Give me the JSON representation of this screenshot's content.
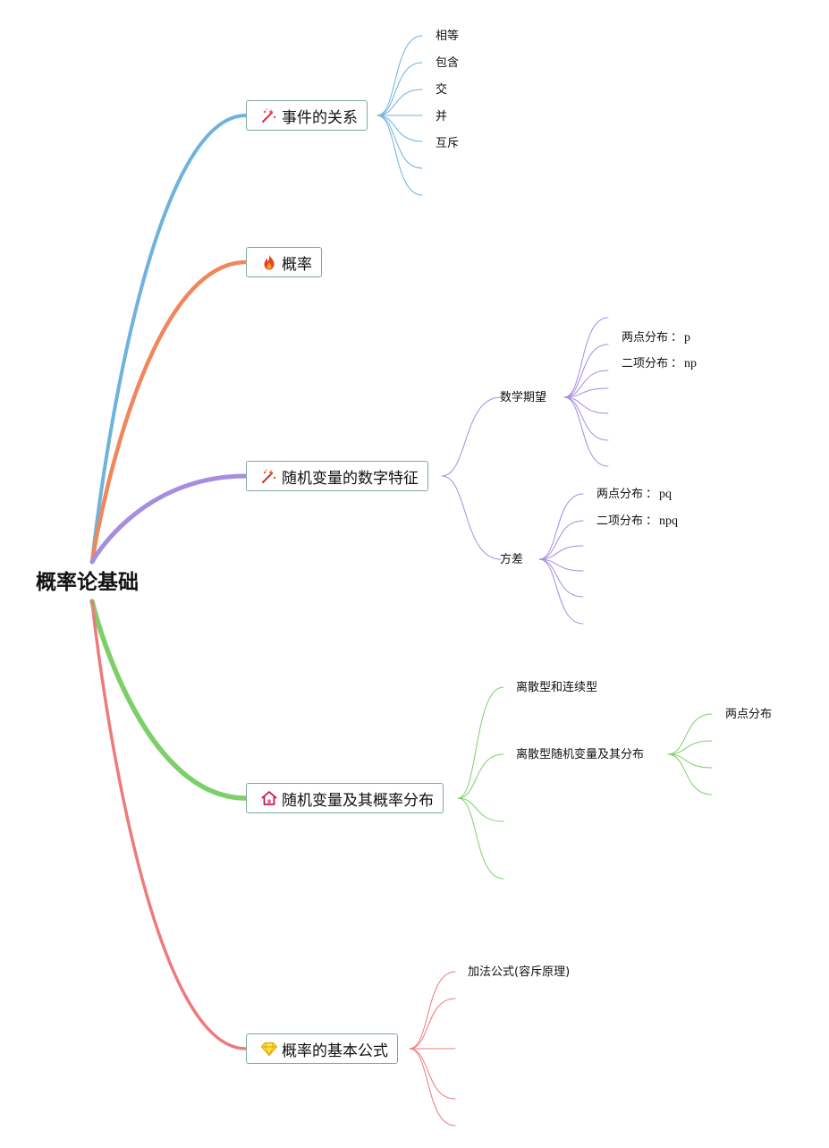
{
  "root": {
    "title": "概率论基础"
  },
  "colors": {
    "relations": "#6db3dd",
    "probability": "#f0875c",
    "numerical": "#a68de0",
    "distribution": "#7dcf6a",
    "formula": "#ec7b7b",
    "topic_border": "#7fa8a0"
  },
  "topics": [
    {
      "label": "事件的关系",
      "icon": "magic-wand-icon",
      "leaves": [
        "相等",
        "包含",
        "交",
        "并",
        "互斥",
        "",
        ""
      ]
    },
    {
      "label": "概率",
      "icon": "fire-icon",
      "leaves": []
    },
    {
      "label": "随机变量的数字特征",
      "icon": "magic-wand-icon",
      "children": [
        {
          "label": "数学期望",
          "leaves": [
            {
              "name": "两点分布",
              "sep": "：",
              "value": "p"
            },
            {
              "name": "二项分布",
              "sep": "：",
              "value": "np"
            },
            {
              "name": "",
              "sep": "",
              "value": ""
            },
            {
              "name": "",
              "sep": "",
              "value": ""
            },
            {
              "name": "",
              "sep": "",
              "value": ""
            },
            {
              "name": "",
              "sep": "",
              "value": ""
            }
          ]
        },
        {
          "label": "方差",
          "leaves": [
            {
              "name": "两点分布",
              "sep": "：",
              "value": "pq"
            },
            {
              "name": "二项分布",
              "sep": "：",
              "value": "npq"
            },
            {
              "name": "",
              "sep": "",
              "value": ""
            },
            {
              "name": "",
              "sep": "",
              "value": ""
            },
            {
              "name": "",
              "sep": "",
              "value": ""
            },
            {
              "name": "",
              "sep": "",
              "value": ""
            }
          ]
        }
      ]
    },
    {
      "label": "随机变量及其概率分布",
      "icon": "house-icon",
      "children": [
        {
          "label": "离散型和连续型",
          "leaves": []
        },
        {
          "label": "离散型随机变量及其分布",
          "leaves": [
            "两点分布",
            "",
            "",
            ""
          ]
        },
        {
          "label": "",
          "leaves": []
        },
        {
          "label": "",
          "leaves": []
        }
      ]
    },
    {
      "label": "概率的基本公式",
      "icon": "diamond-icon",
      "leaves": [
        "加法公式(容斥原理)",
        "",
        "",
        "",
        ""
      ]
    }
  ]
}
